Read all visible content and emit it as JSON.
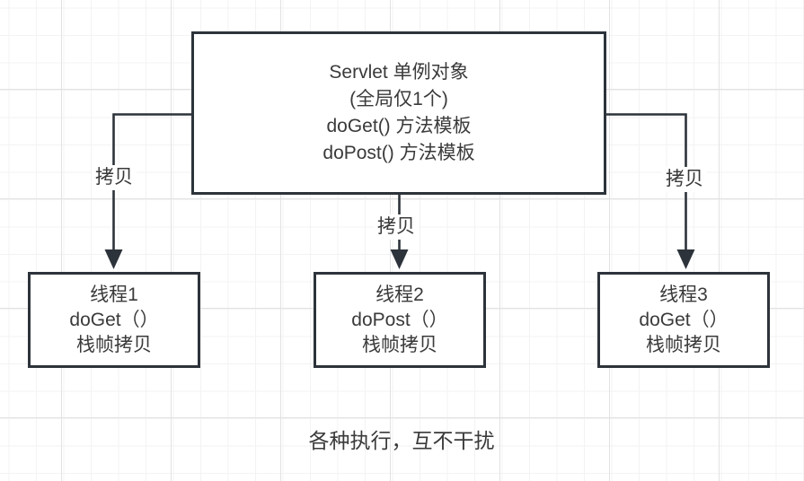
{
  "diagram": {
    "main_box": {
      "lines": [
        "Servlet 单例对象",
        "(全局仅1个)",
        "doGet() 方法模板",
        "doPost() 方法模板"
      ]
    },
    "copy_labels": [
      "拷贝",
      "拷贝",
      "拷贝"
    ],
    "thread_boxes": [
      {
        "lines": [
          "线程1",
          "doGet（）",
          "栈帧拷贝"
        ]
      },
      {
        "lines": [
          "线程2",
          "doPost（）",
          "栈帧拷贝"
        ]
      },
      {
        "lines": [
          "线程3",
          "doGet（）",
          "栈帧拷贝"
        ]
      }
    ],
    "caption": "各种执行，互不干扰",
    "colors": {
      "stroke": "#2d333a",
      "text": "#3a3a3a",
      "background": "#ffffff",
      "grid_minor": "#f3f3f3",
      "grid_major": "#e2e2e2"
    }
  }
}
